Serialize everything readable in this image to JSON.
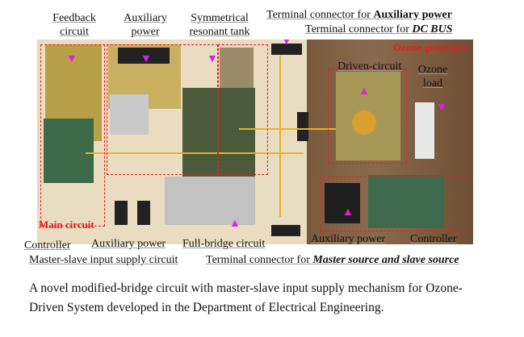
{
  "labels": {
    "feedback_1": "Feedback",
    "feedback_2": "circuit",
    "aux_top_1": "Auxiliary",
    "aux_top_2": "power",
    "sym_1": "Symmetrical",
    "sym_2": "resonant tank",
    "term_aux_prefix": "Terminal connector for ",
    "term_aux_bold": "Auxiliary power",
    "term_dc_prefix": "Terminal connector for ",
    "term_dc_bold": "DC BUS",
    "ozone_generator": "Ozone generator",
    "driven_circuit": "Driven-circuit",
    "ozone_load_1": "Ozone",
    "ozone_load_2": "load",
    "main_circuit": "Main circuit",
    "controller_left": "Controller",
    "aux_bottom_left": "Auxiliary power",
    "full_bridge": "Full-bridge circuit",
    "aux_bottom_right": "Auxiliary power",
    "controller_right": "Controller",
    "master_slave": "Master-slave input supply circuit",
    "term_ms_prefix": "Terminal connector for ",
    "term_ms_bold": "Master source and slave source"
  },
  "caption": {
    "line1": "A novel modified-bridge circuit with master-slave input supply mechanism for Ozone-",
    "line2": "Driven System developed in the Department of Electrical Engineering."
  },
  "colors": {
    "annotation_red": "#e02020",
    "arrow_magenta": "#e020e0"
  }
}
